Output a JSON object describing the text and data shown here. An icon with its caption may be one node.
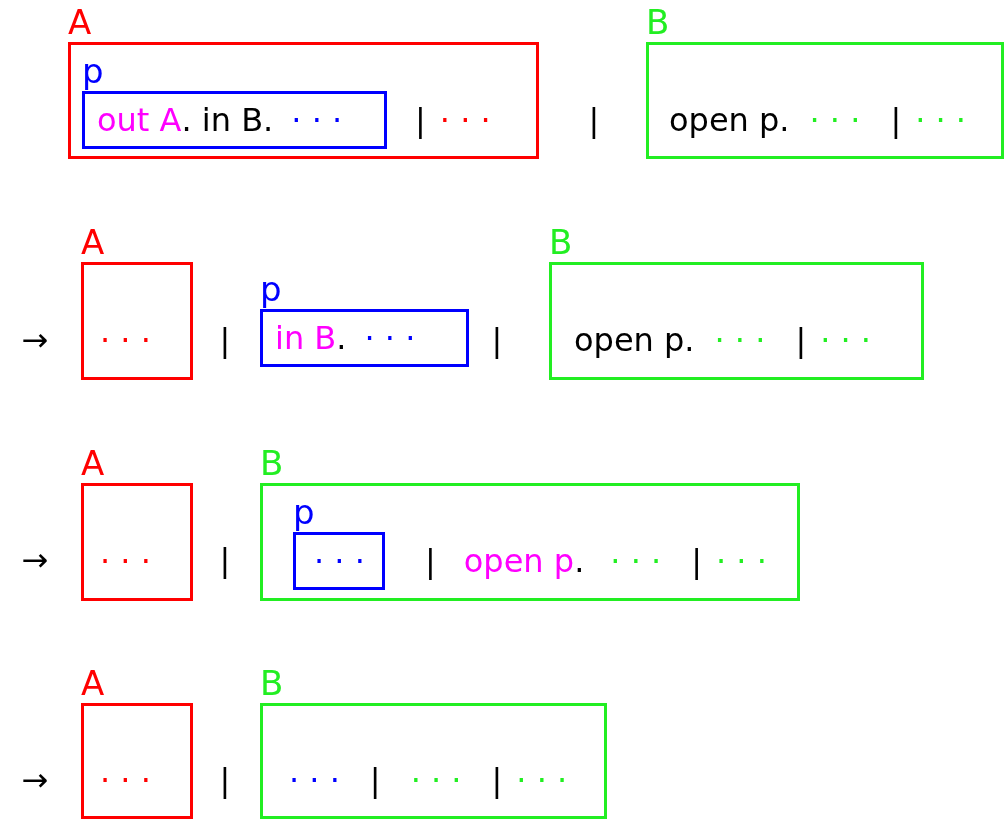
{
  "diagram": {
    "nodes": [
      {
        "text": [
          "A",
          "|",
          "· · ·"
        ]
      },
      {
        "text": [
          "p",
          "out A",
          ". in B.",
          "· · ·"
        ],
        "in": 0
      },
      {
        "text": [
          "B",
          "open p.",
          "· · ·",
          "|",
          "· · ·"
        ]
      },
      {
        "text": [
          "A",
          "· · ·"
        ]
      },
      {
        "text": [
          "p",
          "in B",
          ".",
          "· · ·"
        ]
      },
      {
        "text": [
          "B",
          "open p.",
          "· · ·",
          "|",
          "· · ·"
        ]
      },
      {
        "text": [
          "A",
          "· · ·"
        ]
      },
      {
        "text": [
          "B",
          "|",
          "open p",
          ".",
          "· · ·",
          "|",
          "· · ·"
        ]
      },
      {
        "text": [
          "p",
          "· · ·"
        ],
        "in": 7
      },
      {
        "text": [
          "A",
          "· · ·"
        ]
      },
      {
        "text": [
          "B",
          "· · ·",
          "|",
          "· · ·",
          "|",
          "· · ·"
        ]
      }
    ],
    "labels": [
      "|",
      "→",
      "|",
      "|",
      "→",
      "|",
      "→",
      "|"
    ]
  }
}
